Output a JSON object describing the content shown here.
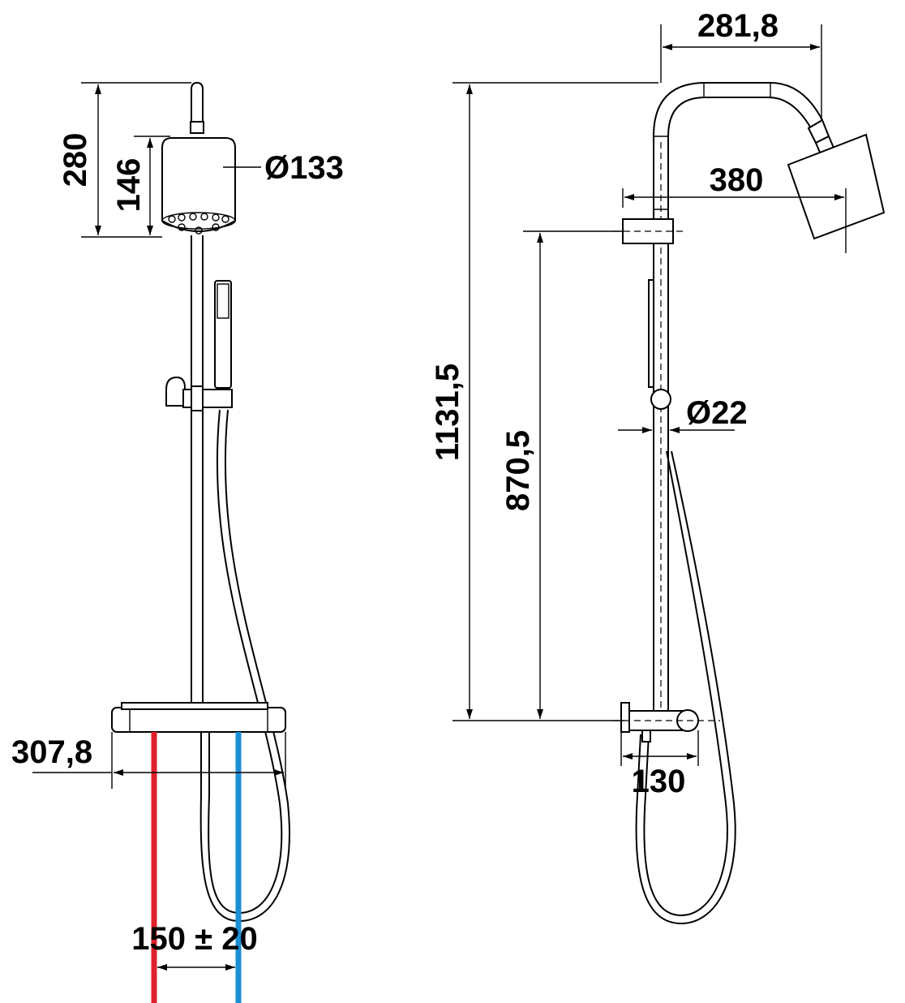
{
  "dimensions": {
    "left_total_height": "280",
    "left_head_height": "146",
    "left_head_diameter": "Ø133",
    "left_mixer_width": "307,8",
    "left_inlet_spacing": "150 ± 20",
    "right_arm_reach": "281,8",
    "right_head_projection": "380",
    "right_total_height": "1131,5",
    "right_slider_height": "870,5",
    "right_rail_diameter": "Ø22",
    "right_mixer_depth": "130"
  },
  "colors": {
    "hot_pipe": "#e0202a",
    "cold_pipe": "#1a8fd6",
    "lines": "#000000"
  }
}
